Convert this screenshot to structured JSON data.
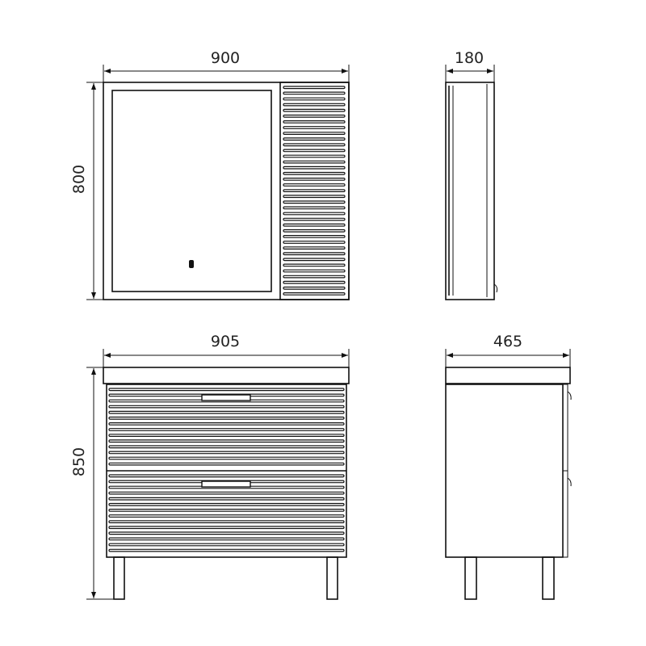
{
  "dimensions": {
    "mirror_width": "900",
    "mirror_height": "800",
    "mirror_depth": "180",
    "vanity_width": "905",
    "vanity_height": "850",
    "vanity_depth": "465"
  },
  "colors": {
    "line": "#111111",
    "background": "#ffffff"
  }
}
